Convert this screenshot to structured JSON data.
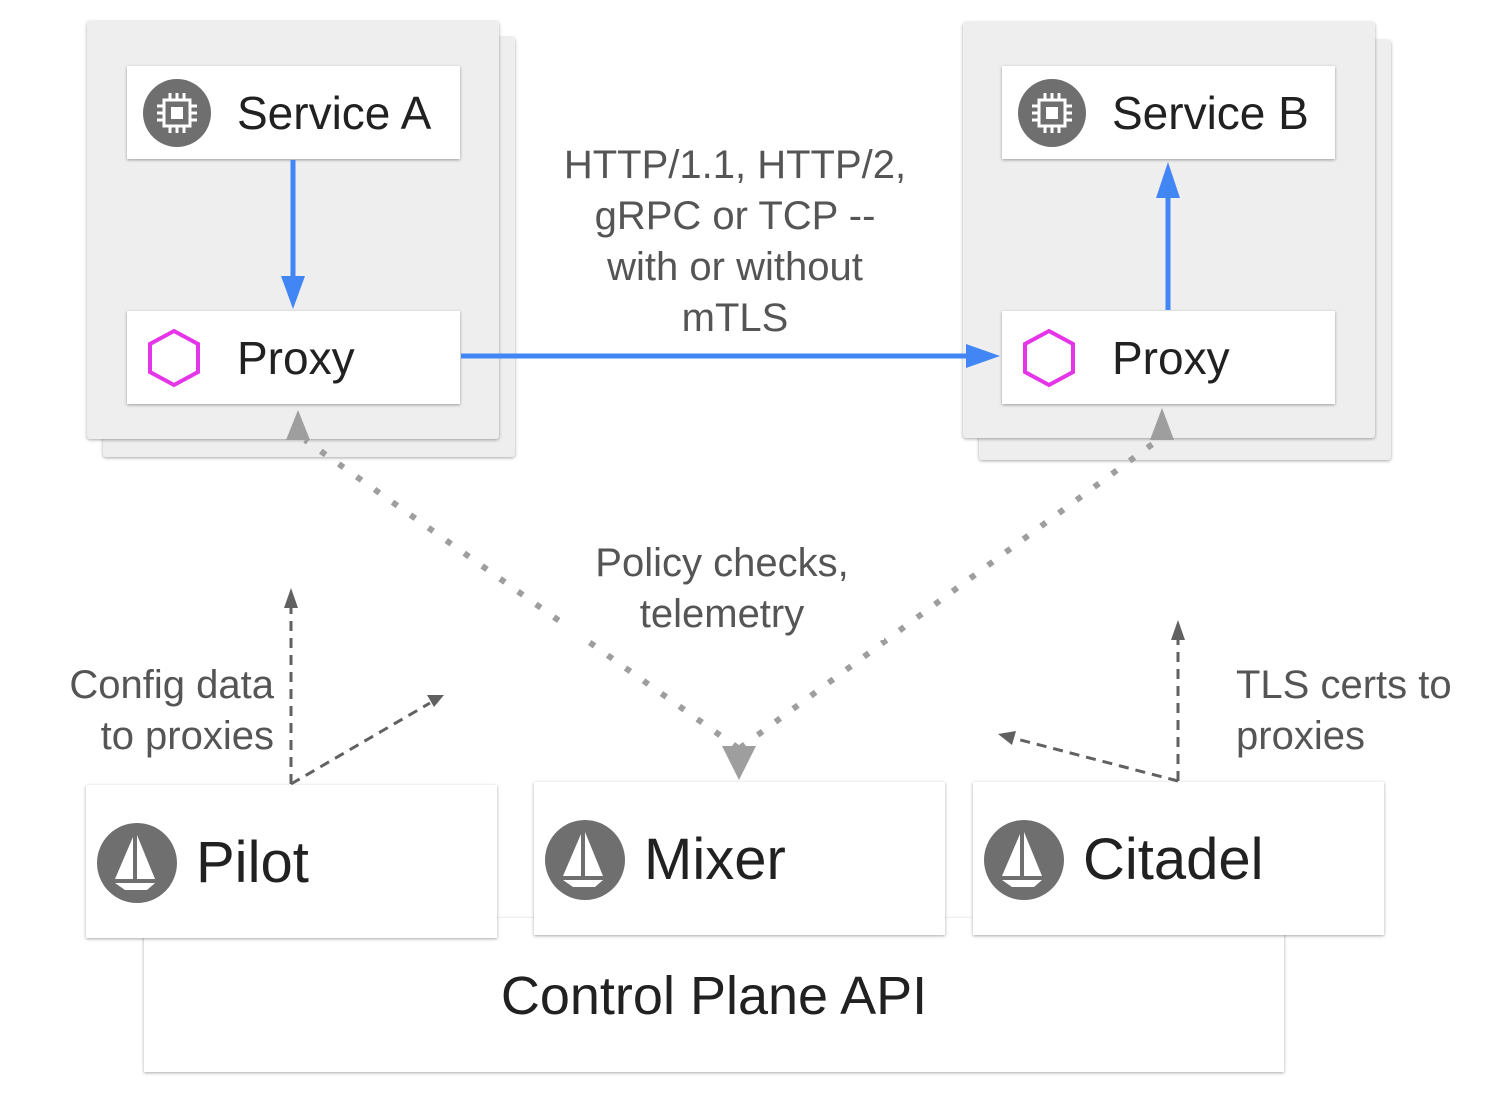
{
  "left_pod": {
    "service": {
      "label": "Service A",
      "icon": "chip-icon"
    },
    "proxy": {
      "label": "Proxy",
      "icon": "hexagon-icon"
    }
  },
  "right_pod": {
    "service": {
      "label": "Service B",
      "icon": "chip-icon"
    },
    "proxy": {
      "label": "Proxy",
      "icon": "hexagon-icon"
    }
  },
  "proxy_link": {
    "lines": [
      "HTTP/1.1, HTTP/2,",
      "gRPC or TCP --",
      "with or without",
      "mTLS"
    ]
  },
  "mixer_note": {
    "lines": [
      "Policy checks,",
      "telemetry"
    ]
  },
  "pilot_note": {
    "lines": [
      "Config data",
      "to proxies"
    ]
  },
  "citadel_note": {
    "lines": [
      "TLS certs to",
      "proxies"
    ]
  },
  "control_plane": {
    "title": "Control Plane API",
    "components": [
      {
        "label": "Pilot",
        "icon": "sailboat-icon"
      },
      {
        "label": "Mixer",
        "icon": "sailboat-icon"
      },
      {
        "label": "Citadel",
        "icon": "sailboat-icon"
      }
    ]
  },
  "colors": {
    "data_flow": "#4285f4",
    "proxy_icon": "#e535e8",
    "control_arrow": "#9e9e9e",
    "config_arrow": "#616161",
    "icon_badge": "#6f6f6f"
  }
}
